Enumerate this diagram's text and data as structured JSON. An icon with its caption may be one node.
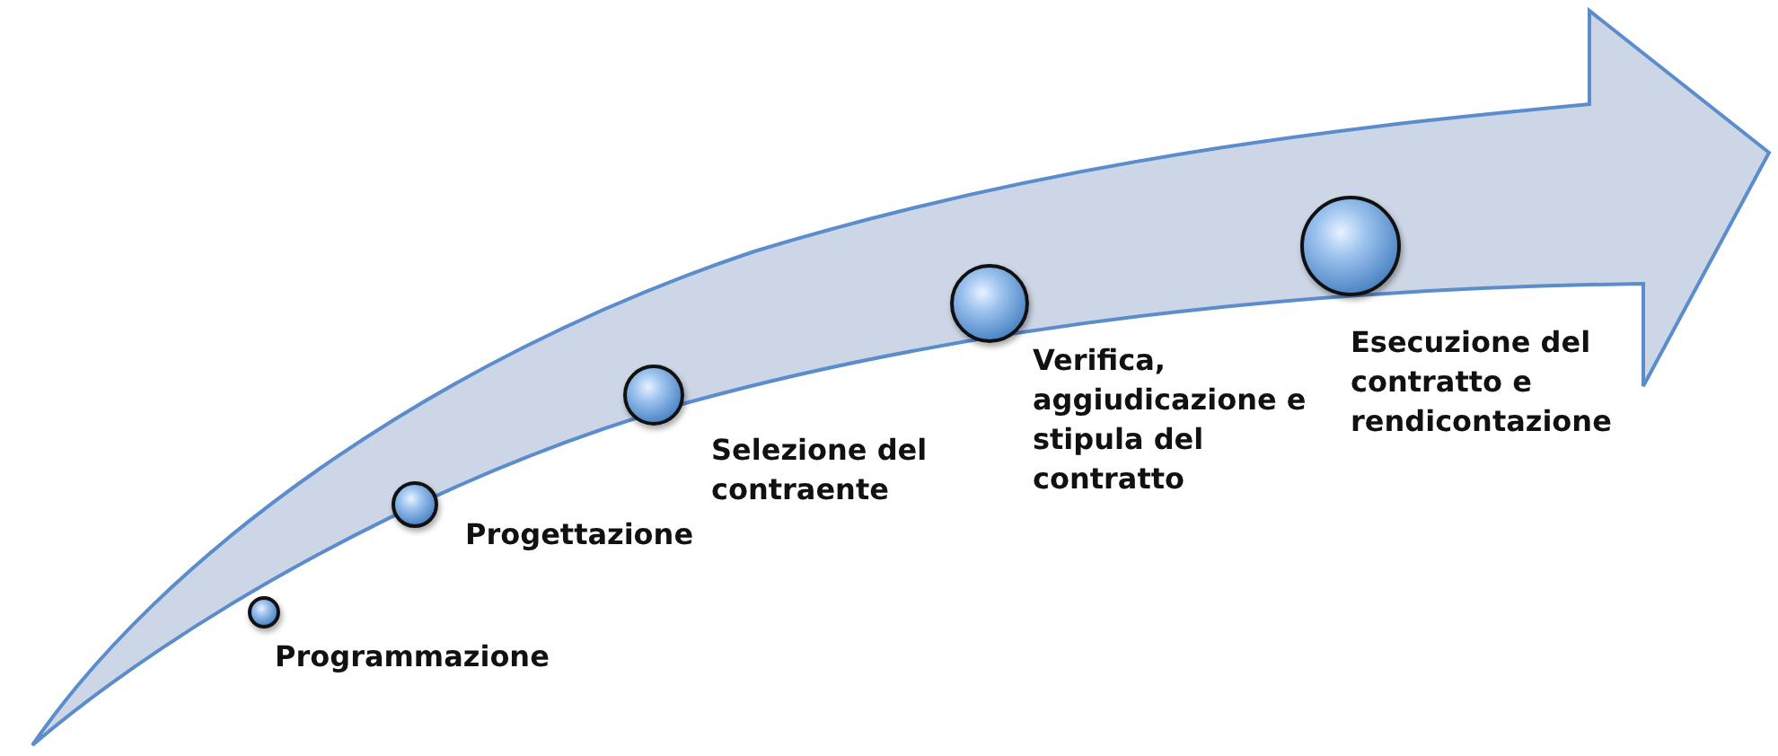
{
  "diagram": {
    "nodes": [
      {
        "text": [],
        "shape": "circle",
        "beside": [
          "Programmazione"
        ]
      },
      {
        "text": [],
        "shape": "circle",
        "beside": [
          "Progettazione"
        ]
      },
      {
        "text": [],
        "shape": "circle",
        "beside": [
          "Selezione del contraente"
        ]
      },
      {
        "text": [],
        "shape": "circle",
        "beside": [
          "Verifica, aggiudicazione e stipula del contratto"
        ]
      },
      {
        "text": [],
        "shape": "circle",
        "beside": [
          "Esecuzione del contratto e rendicontazione"
        ]
      }
    ]
  }
}
